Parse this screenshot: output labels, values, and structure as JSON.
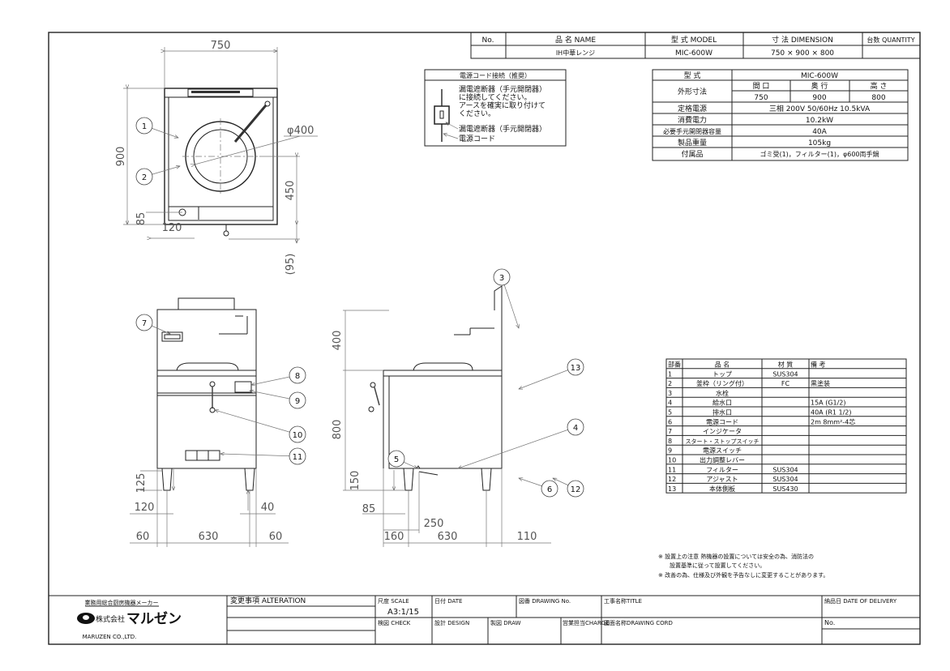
{
  "header": {
    "col_no": "No.",
    "col_name": "品 名 NAME",
    "col_model": "型 式 MODEL",
    "col_dimension": "寸 法 DIMENSION",
    "col_quantity": "台数 QUANTITY",
    "name": "IH中華レンジ",
    "model": "MIC-600W",
    "dimension": "750 × 900 × 800"
  },
  "cord_box": {
    "title": "電源コード接続（推奨）",
    "lines": [
      "漏電遮断器（手元開閉器）",
      "に接続してください。",
      "アースを確実に取り付けて",
      "ください。"
    ],
    "label_breaker": "漏電遮断器（手元開閉器）",
    "label_cord": "電源コード"
  },
  "spec": {
    "model_label": "型 式",
    "model_value": "MIC-600W",
    "size_label": "外形寸法",
    "width_label": "間 口",
    "depth_label": "奥 行",
    "height_label": "高 さ",
    "width": "750",
    "depth": "900",
    "height": "800",
    "power_label": "定格電源",
    "power": "三相 200V 50/60Hz 10.5kVA",
    "consumption_label": "消費電力",
    "consumption": "10.2kW",
    "breaker_label": "必要手元開閉器容量",
    "breaker": "40A",
    "weight_label": "製品重量",
    "weight": "105kg",
    "accessories_label": "付属品",
    "accessories": "ゴミ受(1)，フィルター(1)，φ600両手鍋"
  },
  "parts": {
    "headers": [
      "部番",
      "品 名",
      "材 質",
      "備 考"
    ],
    "rows": [
      [
        "1",
        "トップ",
        "SUS304",
        ""
      ],
      [
        "2",
        "釜枠（リング付）",
        "FC",
        "黒塗装"
      ],
      [
        "3",
        "水栓",
        "",
        ""
      ],
      [
        "4",
        "給水口",
        "",
        "15A (G1/2)"
      ],
      [
        "5",
        "排水口",
        "",
        "40A (R1 1/2)"
      ],
      [
        "6",
        "電源コード",
        "",
        "2m 8mm²-4芯"
      ],
      [
        "7",
        "インジケータ",
        "",
        ""
      ],
      [
        "8",
        "スタート・ストップスイッチ",
        "",
        ""
      ],
      [
        "9",
        "電源スイッチ",
        "",
        ""
      ],
      [
        "10",
        "出力調整レバー",
        "",
        ""
      ],
      [
        "11",
        "フィルター",
        "SUS304",
        ""
      ],
      [
        "12",
        "アジャスト",
        "SUS304",
        ""
      ],
      [
        "13",
        "本体側板",
        "SUS430",
        ""
      ]
    ]
  },
  "notes": [
    "※ 設置上の注意 熱機器の設置については安全の為、消防法の",
    "設置基準に従って設置してください。",
    "※ 改善の為、仕様及び外観を予告なしに変更することがあります。"
  ],
  "title_block": {
    "maker_caption": "業務用総合厨房機器メーカー",
    "company_jp_prefix": "株式会社",
    "company_logo": "マルゼン",
    "company_en": "MARUZEN CO.,LTD.",
    "alteration": "変更事項 ALTERATION",
    "scale_label": "尺度 SCALE",
    "scale_value": "A3:1/15",
    "date": "日付 DATE",
    "drawing_no": "図番 DRAWING No.",
    "title": "工事名称TITLE",
    "delivery": "納品日 DATE OF DELIVERY",
    "check": "検図 CHECK",
    "design": "設計 DESIGN",
    "draw": "製図 DRAW",
    "charge": "営業担当CHARGE",
    "drawing_cord": "図面名称DRAWING CORD",
    "no": "No."
  },
  "dims": {
    "top_width": "750",
    "top_depth": "900",
    "diameter": "φ400",
    "center": "450",
    "d85": "85",
    "d120": "120",
    "d95": "(95)",
    "f125": "125",
    "f120": "120",
    "f40": "40",
    "f60a": "60",
    "f630": "630",
    "f60b": "60",
    "s400": "400",
    "s800": "800",
    "s150": "150",
    "s85": "85",
    "s250": "250",
    "s160": "160",
    "s630": "630",
    "s110": "110"
  },
  "balloons": [
    "1",
    "2",
    "3",
    "4",
    "5",
    "6",
    "7",
    "8",
    "9",
    "10",
    "11",
    "12",
    "13"
  ]
}
